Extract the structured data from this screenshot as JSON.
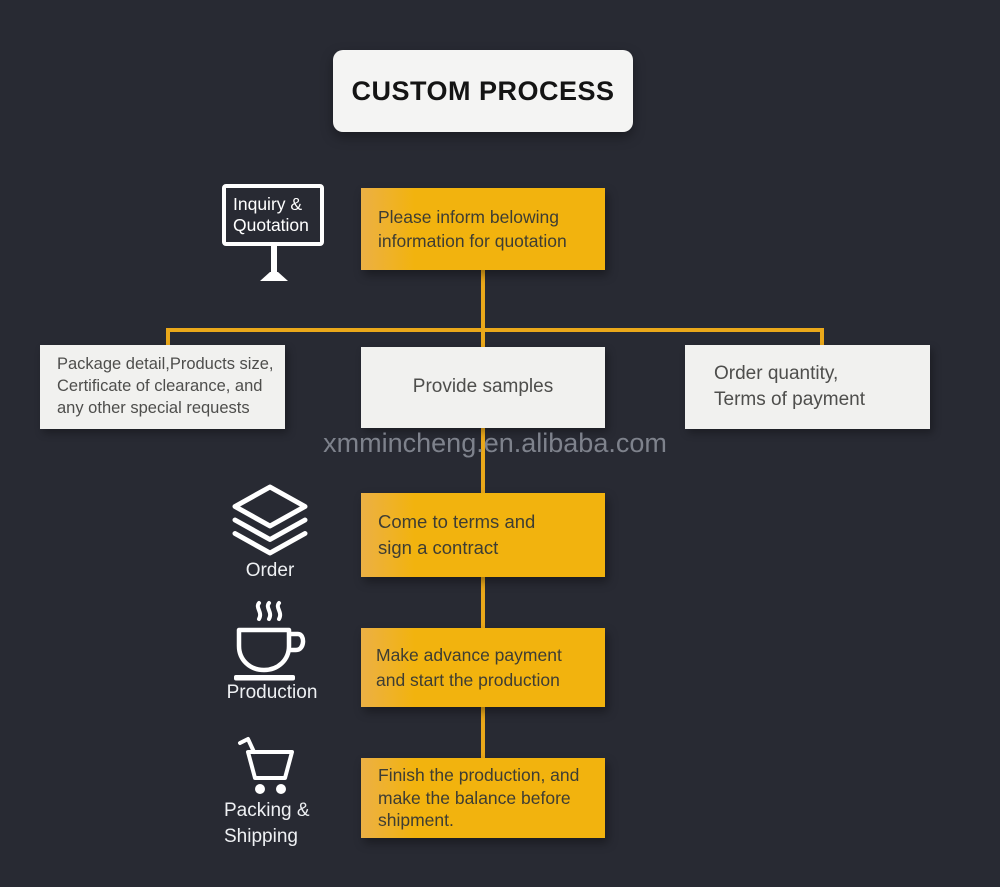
{
  "title": "CUSTOM PROCESS",
  "watermark": "xmmincheng.en.alibaba.com",
  "stage_labels": {
    "inquiry": "Inquiry &\nQuotation",
    "order": "Order",
    "production": "Production",
    "packing": "Packing &\nShipping"
  },
  "boxes": {
    "inform": "Please inform belowing\ninformation for quotation",
    "package": "Package detail,Products size,\nCertificate of clearance, and\nany other special requests",
    "samples": "Provide samples",
    "quantity": "Order quantity,\nTerms of payment",
    "contract": "Come to terms and\nsign a contract",
    "payment": "Make advance payment\nand start the production",
    "finish": "Finish the production, and\nmake the balance before\nshipment."
  },
  "icons": {
    "inquiry": "monitor-icon",
    "order": "layers-icon",
    "production": "coffee-cup-icon",
    "packing": "shopping-cart-icon"
  },
  "colors": {
    "background": "#282a33",
    "accent_yellow": "#f2b30e",
    "connector_yellow": "#eaa81a",
    "light_box": "#f1f1ef",
    "title_box": "#f4f4f3",
    "dark_text": "#3e3d33",
    "light_text": "#eef0f3",
    "watermark_gray": "#7e828c"
  }
}
